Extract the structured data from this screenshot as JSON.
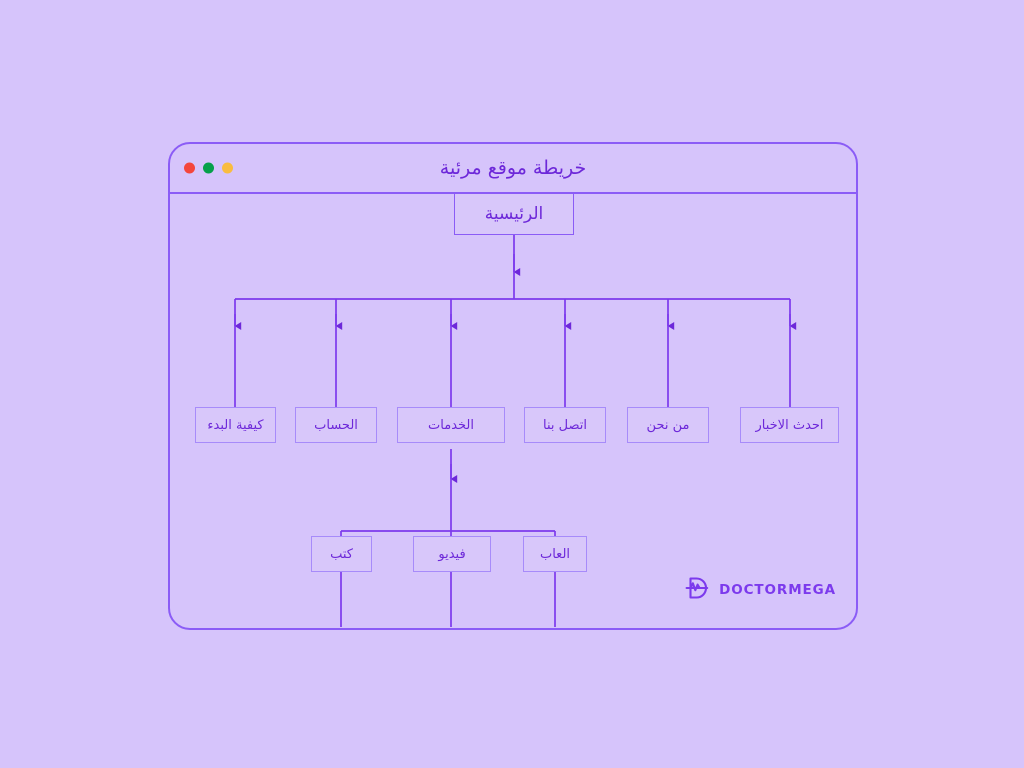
{
  "window": {
    "title": "خريطة موقع مرئية",
    "dots": [
      {
        "name": "close-dot",
        "color": "#f4463c"
      },
      {
        "name": "minimize-dot",
        "color": "#07a04a"
      },
      {
        "name": "maximize-dot",
        "color": "#f9bc40"
      }
    ]
  },
  "brand": {
    "name": "DOCTORMEGA",
    "icon": "doctormega-pulse-logo-icon",
    "color": "#7c3aed"
  },
  "colors": {
    "page_background": "#d6c4fb",
    "window_border": "#8b5cf6",
    "node_border": "#a78bfa",
    "node_fill": "#d8c7fa",
    "text": "#6d28d9",
    "connector": "#7c3aed",
    "arrow": "#6d28d9"
  },
  "sitemap": {
    "root": {
      "id": "home",
      "label": "الرئيسية"
    },
    "level_two": [
      {
        "id": "how-to-start",
        "label": "كيفية البدء"
      },
      {
        "id": "account",
        "label": "الحساب"
      },
      {
        "id": "services",
        "label": "الخدمات"
      },
      {
        "id": "contact-us",
        "label": "اتصل بنا"
      },
      {
        "id": "about-us",
        "label": "من نحن"
      },
      {
        "id": "latest-news",
        "label": "احدث الاخبار"
      }
    ],
    "level_three": {
      "parent": "services",
      "items": [
        {
          "id": "books",
          "label": "كتب"
        },
        {
          "id": "video",
          "label": "فيديو"
        },
        {
          "id": "games",
          "label": "العاب"
        }
      ]
    }
  }
}
